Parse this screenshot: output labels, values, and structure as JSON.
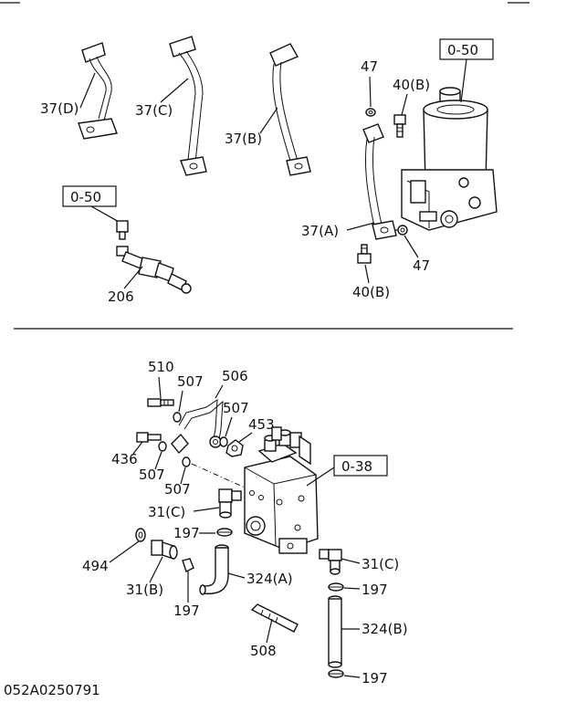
{
  "drawing_number": "052A0250791",
  "refs": {
    "top_right": "0-50",
    "top_left": "0-50",
    "pump": "0-38"
  },
  "labels": {
    "p37d": "37(D)",
    "p37c": "37(C)",
    "p37b": "37(B)",
    "p37a": "37(A)",
    "p47a": "47",
    "p47b": "47",
    "p40ba": "40(B)",
    "p40bb": "40(B)",
    "p206": "206",
    "p510": "510",
    "p507a": "507",
    "p506": "506",
    "p507b": "507",
    "p453": "453",
    "p436": "436",
    "p507c": "507",
    "p507d": "507",
    "p31ca": "31(C)",
    "p197a": "197",
    "p494": "494",
    "p31b": "31(B)",
    "p197b": "197",
    "p324a": "324(A)",
    "p31cb": "31(C)",
    "p197c": "197",
    "p324b": "324(B)",
    "p508": "508",
    "p197d": "197"
  }
}
